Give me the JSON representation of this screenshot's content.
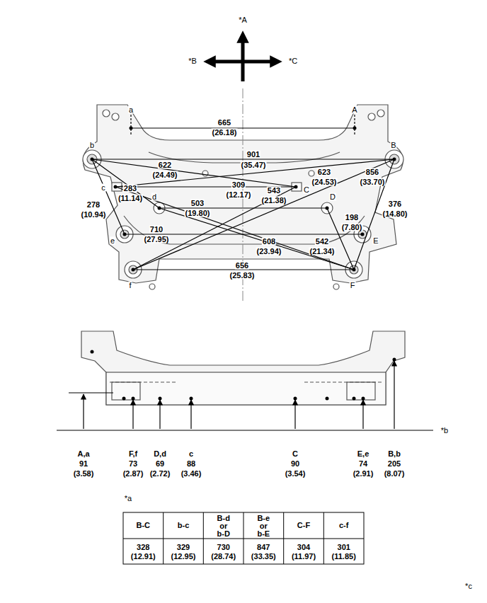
{
  "diagram": {
    "labels": [
      "*A",
      "*B",
      "*C",
      "a",
      "A",
      "665",
      "(26.18)",
      "b",
      "B",
      "901",
      "(35.47)",
      "622",
      "(24.49)",
      "623",
      "(24.53)",
      "856",
      "(33.70)",
      "283",
      "(11.14)",
      "c",
      "309",
      "(12.17)",
      "C",
      "543",
      "(21.38)",
      "376",
      "(14.80)",
      "278",
      "(10.94)",
      "d",
      "503",
      "(19.80)",
      "D",
      "198",
      "(7.80)",
      "e",
      "710",
      "(27.95)",
      "E",
      "608",
      "(23.94)",
      "542",
      "(21.34)",
      "656",
      "(25.83)",
      "f",
      "F",
      "*b",
      "A,a",
      "91",
      "(3.58)",
      "F,f",
      "73",
      "(2.87)",
      "D,d",
      "69",
      "(2.72)",
      "c",
      "88",
      "(3.46)",
      "C",
      "90",
      "(3.54)",
      "E,e",
      "74",
      "(2.91)",
      "B,b",
      "205",
      "(8.07)",
      "*a",
      "B-C",
      "b-c",
      "B-d",
      "or",
      "b-D",
      "B-e",
      "or",
      "b-E",
      "C-F",
      "c-f",
      "328",
      "(12.91)",
      "329",
      "(12.95)",
      "730",
      "(28.74)",
      "847",
      "(33.35)",
      "304",
      "(11.97)",
      "301",
      "(11.85)",
      "*c"
    ]
  }
}
